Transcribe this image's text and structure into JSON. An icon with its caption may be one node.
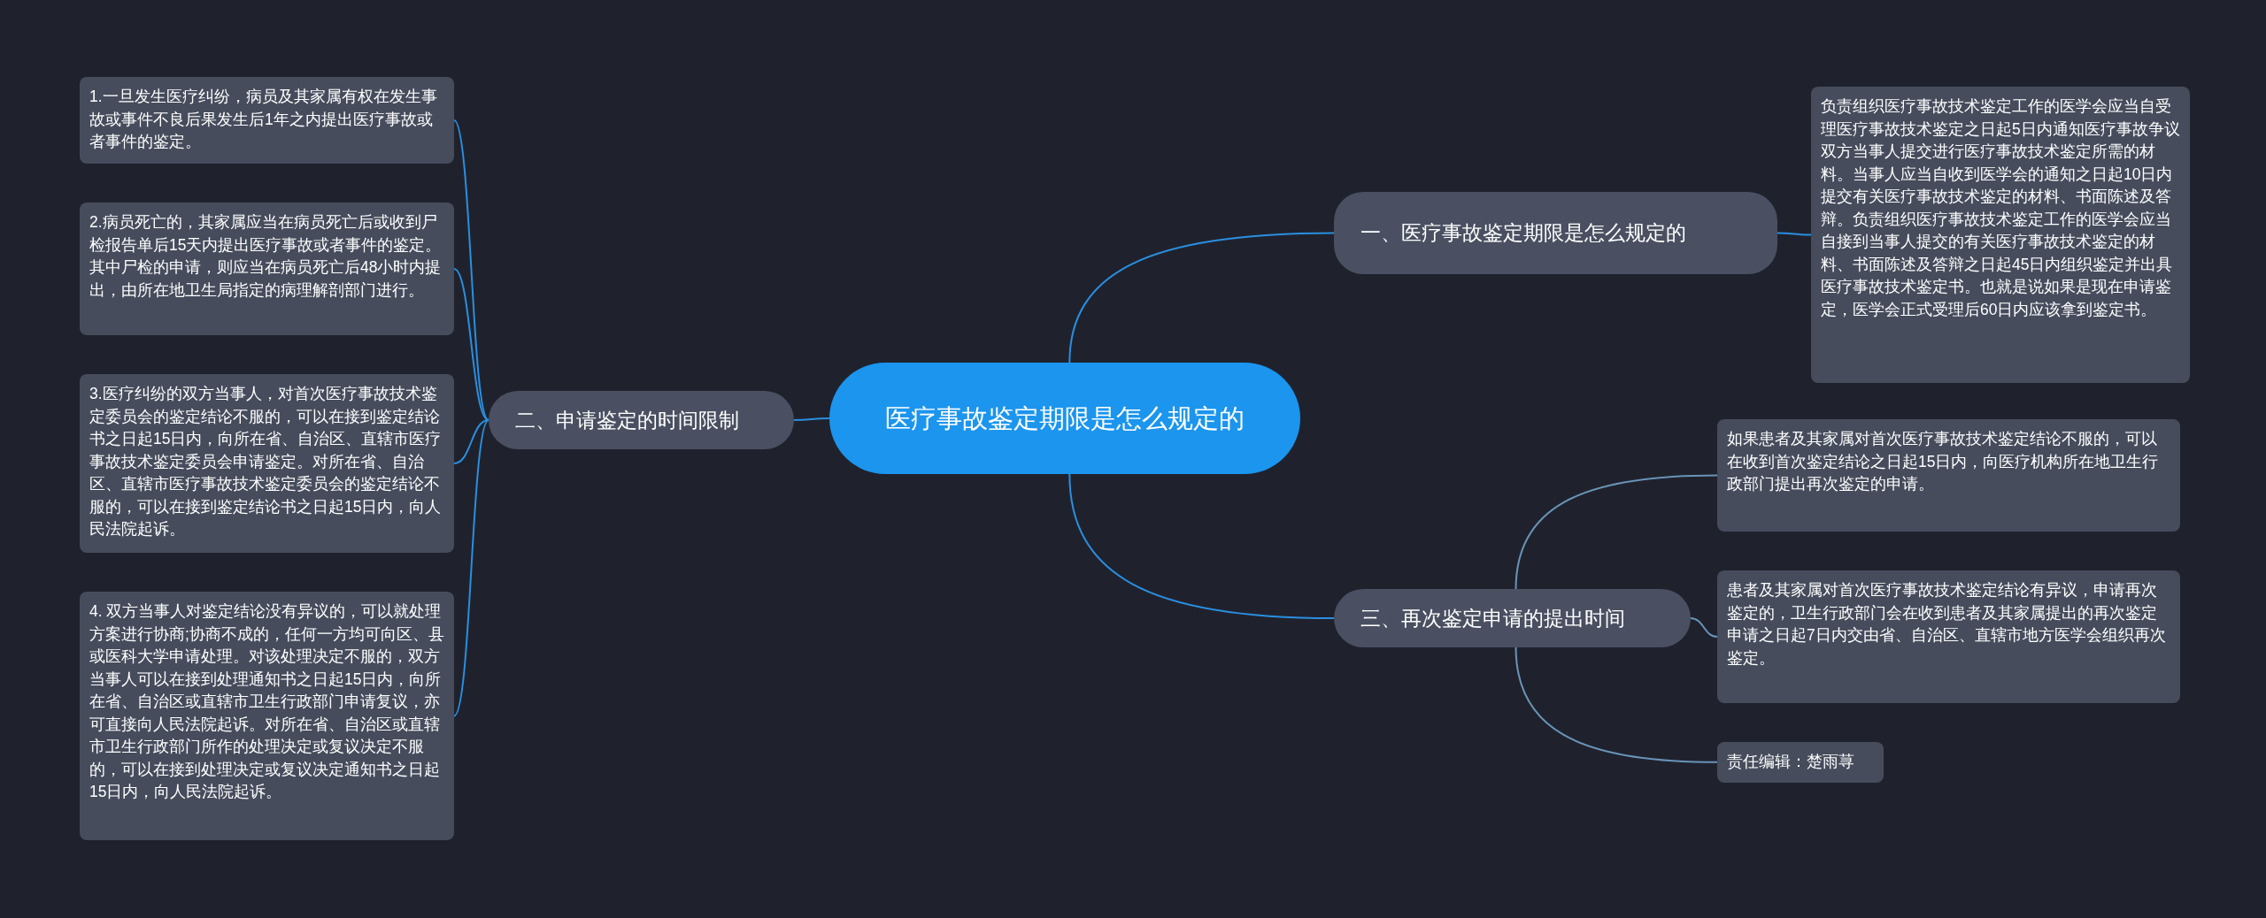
{
  "diagram": {
    "nodes": [
      {
        "text": [
          "医疗事故鉴定期限是怎么规定的"
        ]
      },
      {
        "text": [
          "一、医疗事故鉴定期限是怎么规定的"
        ]
      },
      {
        "text": [
          "负责组织医疗事故技术鉴定工作的医学会应当自受理医疗事故技术鉴定之日起5日内通知医疗事故争议双方当事人提交进行医疗事故技术鉴定所需的材料。当事人应当自收到医学会的通知之日起10日内提交有关医疗事故技术鉴定的材料、书面陈述及答辩。负责组织医疗事故技术鉴定工作的医学会应当自接到当事人提交的有关医疗事故技术鉴定的材料、书面陈述及答辩之日起45日内组织鉴定并出具医疗事故技术鉴定书。也就是说如果是现在申请鉴定，医学会正式受理后60日内应该拿到鉴定书。"
        ]
      },
      {
        "text": [
          "二、申请鉴定的时间限制"
        ]
      },
      {
        "text": [
          "1.一旦发生医疗纠纷，病员及其家属有权在发生事故或事件不良后果发生后1年之内提出医疗事故或者事件的鉴定。"
        ]
      },
      {
        "text": [
          "2.病员死亡的，其家属应当在病员死亡后或收到尸检报告单后15天内提出医疗事故或者事件的鉴定。其中尸检的申请，则应当在病员死亡后48小时内提出，由所在地卫生局指定的病理解剖部门进行。"
        ]
      },
      {
        "text": [
          "3.医疗纠纷的双方当事人，对首次医疗事故技术鉴定委员会的鉴定结论不服的，可以在接到鉴定结论书之日起15日内，向所在省、自治区、直辖市医疗事故技术鉴定委员会申请鉴定。对所在省、自治区、直辖市医疗事故技术鉴定委员会的鉴定结论不服的，可以在接到鉴定结论书之日起15日内，向人民法院起诉。"
        ]
      },
      {
        "text": [
          "4. 双方当事人对鉴定结论没有异议的，可以就处理方案进行协商;协商不成的，任何一方均可向区、县或医科大学申请处理。对该处理决定不服的，双方当事人可以在接到处理通知书之日起15日内，向所在省、自治区或直辖市卫生行政部门申请复议，亦可直接向人民法院起诉。对所在省、自治区或直辖市卫生行政部门所作的处理决定或复议决定不服的，可以在接到处理决定或复议决定通知书之日起15日内，向人民法院起诉。"
        ]
      },
      {
        "text": [
          "三、再次鉴定申请的提出时间"
        ]
      },
      {
        "text": [
          "如果患者及其家属对首次医疗事故技术鉴定结论不服的，可以在收到首次鉴定结论之日起15日内，向医疗机构所在地卫生行政部门提出再次鉴定的申请。"
        ]
      },
      {
        "text": [
          "患者及其家属对首次医疗事故技术鉴定结论有异议，申请再次鉴定的，卫生行政部门会在收到患者及其家属提出的再次鉴定申请之日起7日内交由省、自治区、直辖市地方医学会组织再次鉴定。"
        ]
      },
      {
        "text": [
          "责任编辑：楚雨荨"
        ]
      }
    ],
    "edges": [
      {
        "from": 0,
        "to": 1,
        "arrow": "none"
      },
      {
        "from": 1,
        "to": 2,
        "arrow": "none"
      },
      {
        "from": 0,
        "to": 3,
        "arrow": "none"
      },
      {
        "from": 3,
        "to": 4,
        "arrow": "none"
      },
      {
        "from": 3,
        "to": 5,
        "arrow": "none"
      },
      {
        "from": 3,
        "to": 6,
        "arrow": "none"
      },
      {
        "from": 3,
        "to": 7,
        "arrow": "none"
      },
      {
        "from": 0,
        "to": 8,
        "arrow": "none"
      },
      {
        "from": 8,
        "to": 9,
        "arrow": "none",
        "color": "#6a94b8"
      },
      {
        "from": 8,
        "to": 10,
        "arrow": "none",
        "color": "#6a94b8"
      },
      {
        "from": 8,
        "to": 11,
        "arrow": "none",
        "color": "#6a94b8"
      }
    ]
  }
}
